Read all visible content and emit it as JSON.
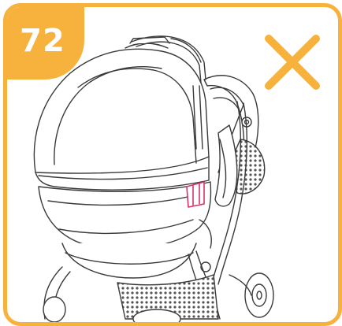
{
  "step": {
    "number": "72"
  },
  "status": {
    "icon": "cross-icon",
    "meaning": "incorrect"
  },
  "colors": {
    "accent": "#f6b23c",
    "line_art": "#3a3a3a",
    "highlight": "#d6336c",
    "background": "#ffffff"
  },
  "illustration": {
    "icon": "stroller-bassinet-illustration"
  }
}
